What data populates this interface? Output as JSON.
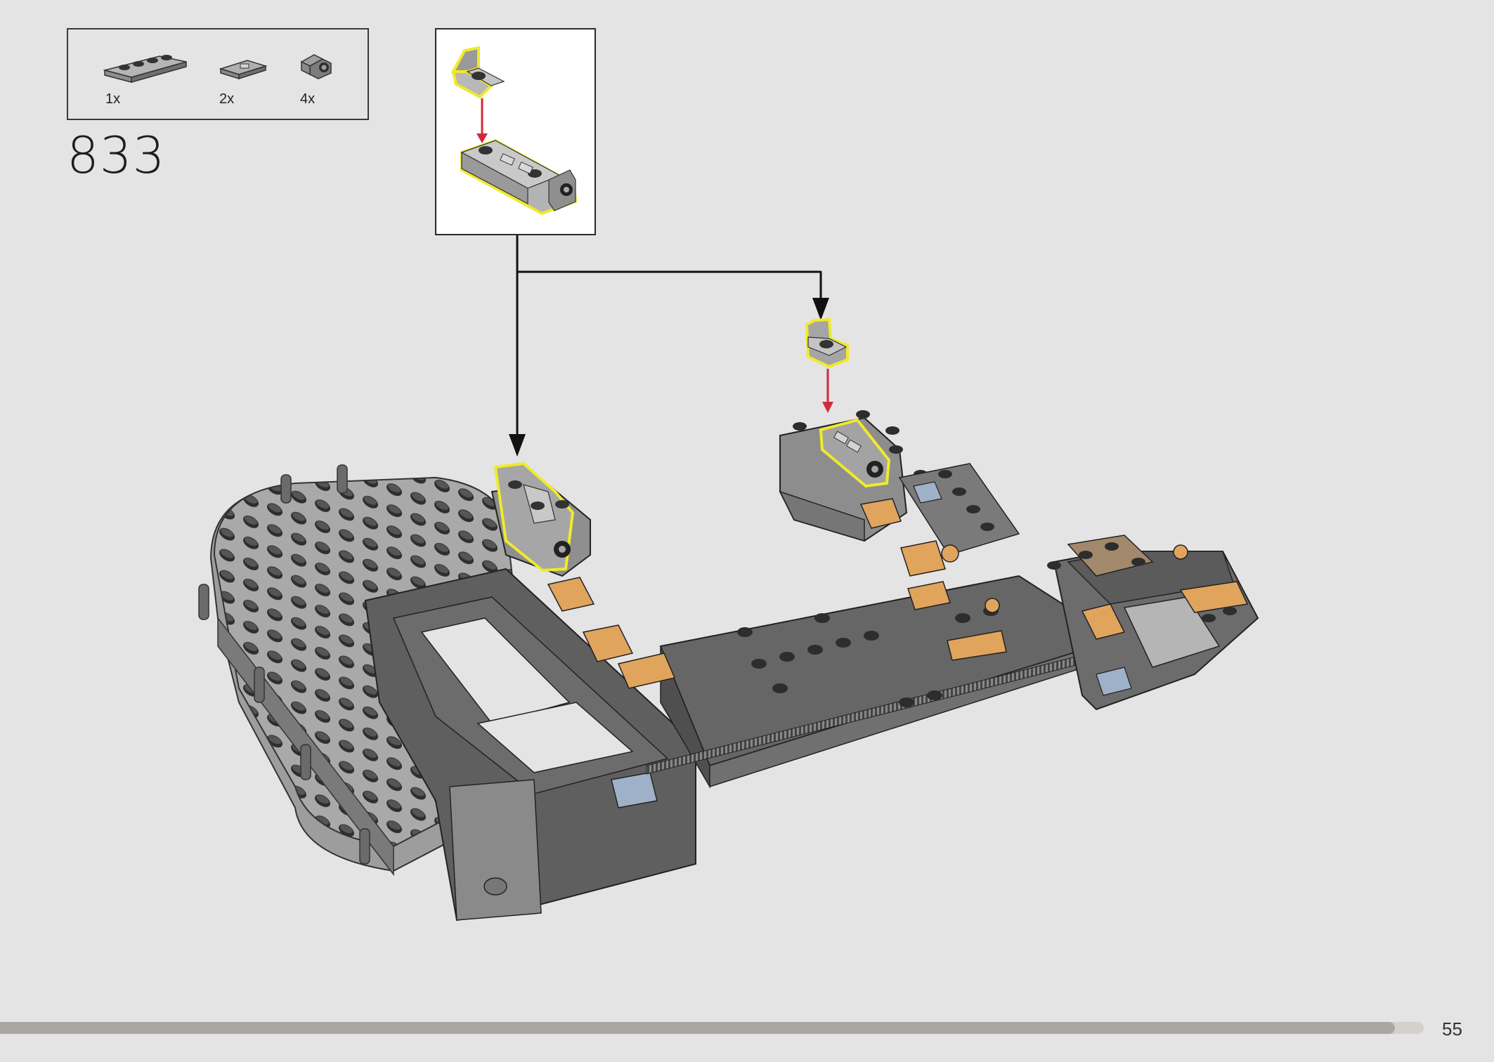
{
  "step": {
    "number": "833"
  },
  "parts": [
    {
      "name": "plate-1x4-icon",
      "qty": "1x"
    },
    {
      "name": "tile-1x2-with-groove-icon",
      "qty": "2x"
    },
    {
      "name": "bracket-with-stud-icon",
      "qty": "4x"
    }
  ],
  "colors": {
    "background": "#e4e4e4",
    "highlight": "#f0ea2a",
    "arrow": "#d12a3a",
    "brick_light": "#a7a7a7",
    "brick_dark": "#5b5b5b",
    "accent_tan": "#e0a45c",
    "accent_blue": "#9fb1c8"
  },
  "progress": {
    "fraction": 0.98
  },
  "page": {
    "number": "55"
  }
}
